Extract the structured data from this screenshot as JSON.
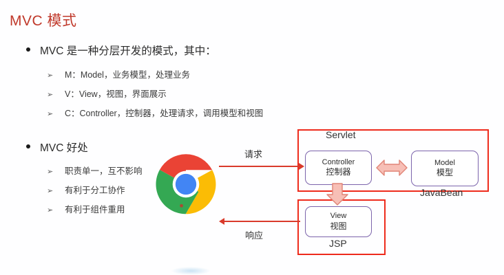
{
  "slide": {
    "title": "MVC 模式",
    "title_color": "#c0392b",
    "background": "#fefeff"
  },
  "content": {
    "section_one": {
      "heading": "MVC 是一种分层开发的模式，其中：",
      "items": [
        {
          "marker": "➢",
          "text": "M：Model，业务模型，处理业务"
        },
        {
          "marker": "➢",
          "text": "V：View，视图，界面展示"
        },
        {
          "marker": "➢",
          "text": "C：Controller，控制器，处理请求，调用模型和视图"
        }
      ]
    },
    "section_two": {
      "heading": "MVC 好处",
      "items": [
        {
          "marker": "➢",
          "text": "职责单一，互不影响"
        },
        {
          "marker": "➢",
          "text": "有利于分工协作"
        },
        {
          "marker": "➢",
          "text": "有利于组件重用"
        }
      ]
    }
  },
  "diagram": {
    "containers": {
      "servlet": {
        "label": "Servlet",
        "border_color": "#ee2b1c"
      },
      "jsp": {
        "label": "JSP",
        "border_color": "#ee2b1c"
      },
      "javabean": {
        "label": "JavaBean"
      }
    },
    "nodes": [
      {
        "id": "controller",
        "en": "Controller",
        "cn": "控制器",
        "border_color": "#7b63ab"
      },
      {
        "id": "model",
        "en": "Model",
        "cn": "模型",
        "border_color": "#7b63ab"
      },
      {
        "id": "view",
        "en": "View",
        "cn": "视图",
        "border_color": "#7b63ab"
      }
    ],
    "flows": [
      {
        "id": "request",
        "label": "请求",
        "direction": "right",
        "color": "#d93a2b"
      },
      {
        "id": "response",
        "label": "响应",
        "direction": "left",
        "color": "#d93a2b"
      }
    ],
    "block_arrows": [
      {
        "id": "controller-model-bidirectional",
        "direction": "both-horizontal",
        "color": "#f0a79c"
      },
      {
        "id": "controller-to-view",
        "direction": "down",
        "color": "#f0a79c"
      }
    ]
  },
  "logo": {
    "name": "chrome-logo",
    "colors": {
      "red": "#ea4335",
      "yellow": "#fbbc05",
      "green": "#34a853",
      "blue": "#4285f4",
      "white": "#ffffff"
    }
  }
}
